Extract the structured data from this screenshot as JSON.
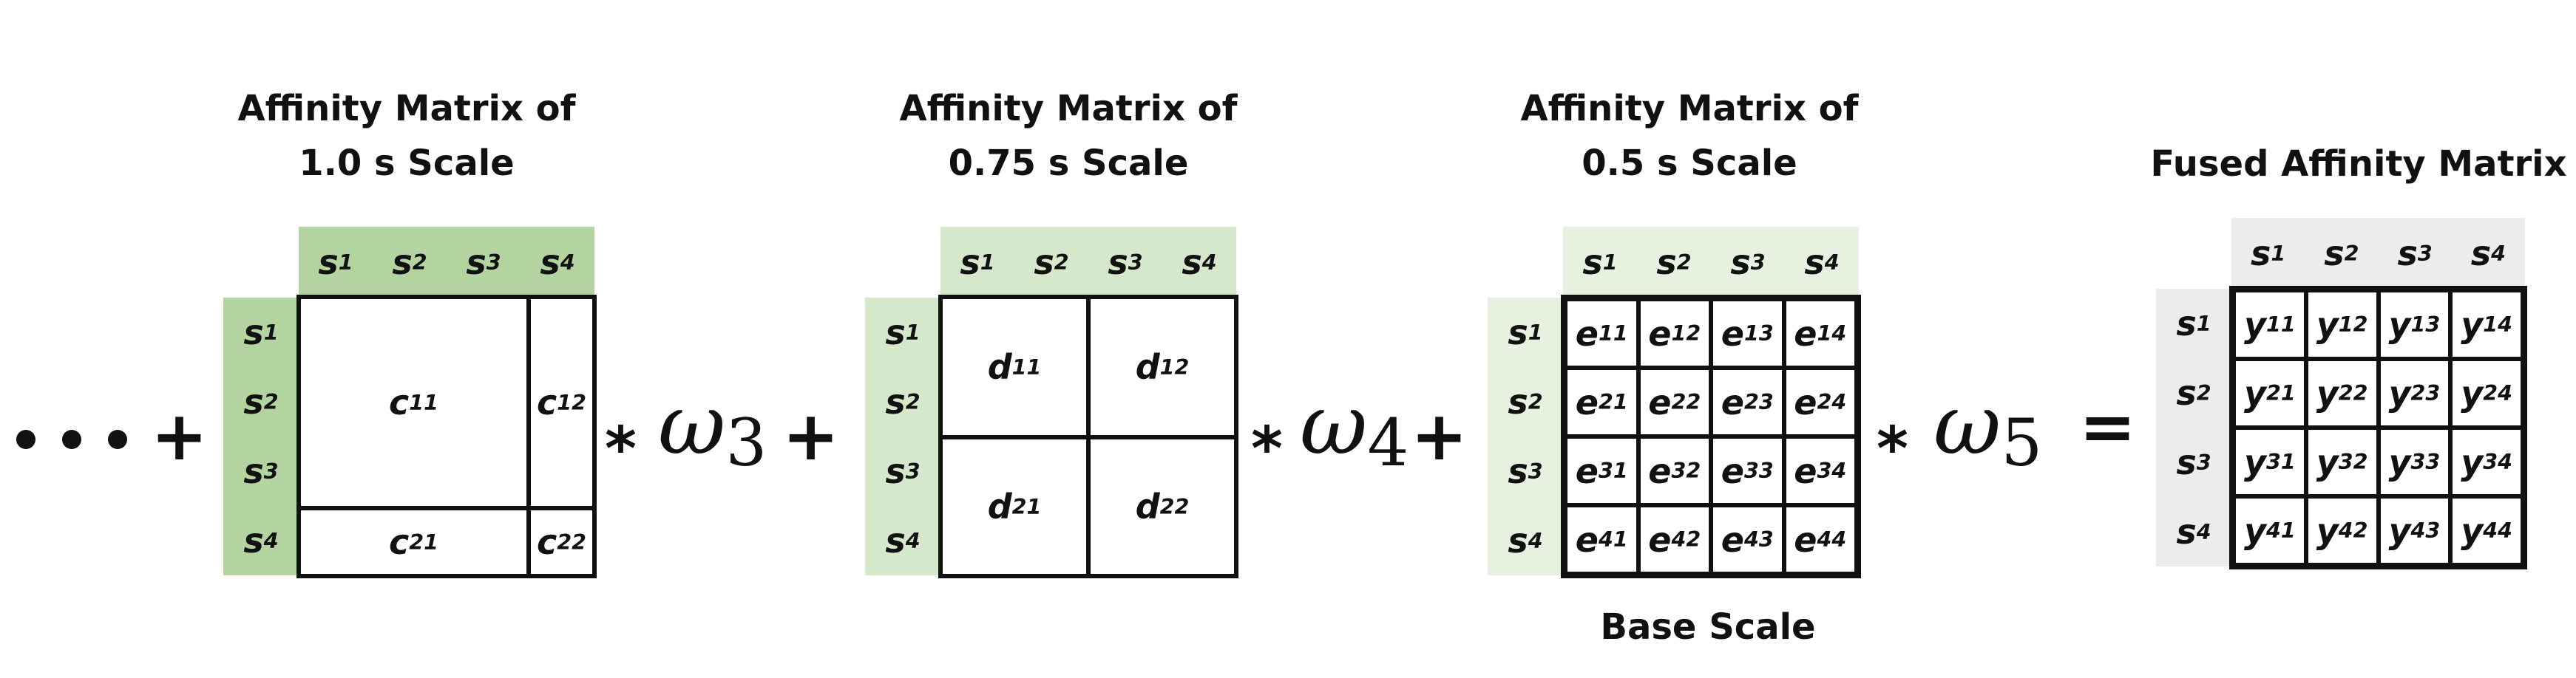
{
  "colors": {
    "matrix1_header": "#b3d4a1",
    "matrix2_header": "#d5e8cb",
    "matrix3_header": "#e6f2df",
    "fused_header": "#ececec",
    "line": "#111111"
  },
  "leading": {
    "ellipsis": "•••",
    "plus": "+"
  },
  "matrix1": {
    "title_line1": "Affinity Matrix of",
    "title_line2": "1.0 s Scale",
    "col_headers": [
      "s1",
      "s2",
      "s3",
      "s4"
    ],
    "row_headers": [
      "s1",
      "s2",
      "s3",
      "s4"
    ],
    "cells": {
      "c11": "c11",
      "c12": "c12",
      "c21": "c21",
      "c22": "c22"
    },
    "weight": "ω3"
  },
  "matrix2": {
    "title_line1": "Affinity Matrix of",
    "title_line2": "0.75 s Scale",
    "col_headers": [
      "s1",
      "s2",
      "s3",
      "s4"
    ],
    "row_headers": [
      "s1",
      "s2",
      "s3",
      "s4"
    ],
    "cells": {
      "d11": "d11",
      "d12": "d12",
      "d21": "d21",
      "d22": "d22"
    },
    "weight": "ω4"
  },
  "matrix3": {
    "title_line1": "Affinity Matrix of",
    "title_line2": "0.5 s Scale",
    "col_headers": [
      "s1",
      "s2",
      "s3",
      "s4"
    ],
    "row_headers": [
      "s1",
      "s2",
      "s3",
      "s4"
    ],
    "cells": [
      "e11",
      "e12",
      "e13",
      "e14",
      "e21",
      "e22",
      "e23",
      "e24",
      "e31",
      "e32",
      "e33",
      "e34",
      "e41",
      "e42",
      "e43",
      "e44"
    ],
    "caption": "Base Scale",
    "weight": "ω5"
  },
  "fused": {
    "title": "Fused Affinity Matrix",
    "col_headers": [
      "s1",
      "s2",
      "s3",
      "s4"
    ],
    "row_headers": [
      "s1",
      "s2",
      "s3",
      "s4"
    ],
    "cells": [
      "y11",
      "y12",
      "y13",
      "y14",
      "y21",
      "y22",
      "y23",
      "y24",
      "y31",
      "y32",
      "y33",
      "y34",
      "y41",
      "y42",
      "y43",
      "y44"
    ]
  },
  "operators": {
    "plus": "+",
    "times": "*",
    "equals": "="
  }
}
